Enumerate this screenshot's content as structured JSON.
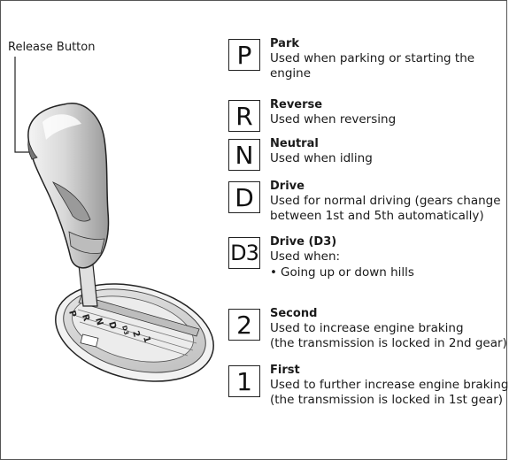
{
  "release_button_label": "Release Button",
  "gate_letters": [
    "P",
    "R",
    "N",
    "D",
    "D3",
    "2",
    "1"
  ],
  "positions": [
    {
      "symbol": "P",
      "title": "Park",
      "lines": [
        "Used when parking or starting the",
        "engine"
      ]
    },
    {
      "symbol": "R",
      "title": "Reverse",
      "lines": [
        "Used when reversing"
      ]
    },
    {
      "symbol": "N",
      "title": "Neutral",
      "lines": [
        "Used when idling"
      ]
    },
    {
      "symbol": "D",
      "title": "Drive",
      "lines": [
        "Used for normal driving (gears change",
        "between 1st and 5th automatically)"
      ]
    },
    {
      "symbol": "D3",
      "title": "Drive (D3)",
      "lines": [
        "Used when:"
      ],
      "bullets": [
        "Going up or down hills"
      ]
    },
    {
      "symbol": "2",
      "title": "Second",
      "lines": [
        "Used to increase engine braking",
        "(the transmission is locked in 2nd gear)"
      ]
    },
    {
      "symbol": "1",
      "title": "First",
      "lines": [
        "Used to further increase engine braking",
        "(the transmission is locked in 1st gear)"
      ]
    }
  ],
  "colors": {
    "line": "#222222",
    "knob_shade": "#cfcfcf",
    "knob_dark": "#8a8a8a"
  }
}
